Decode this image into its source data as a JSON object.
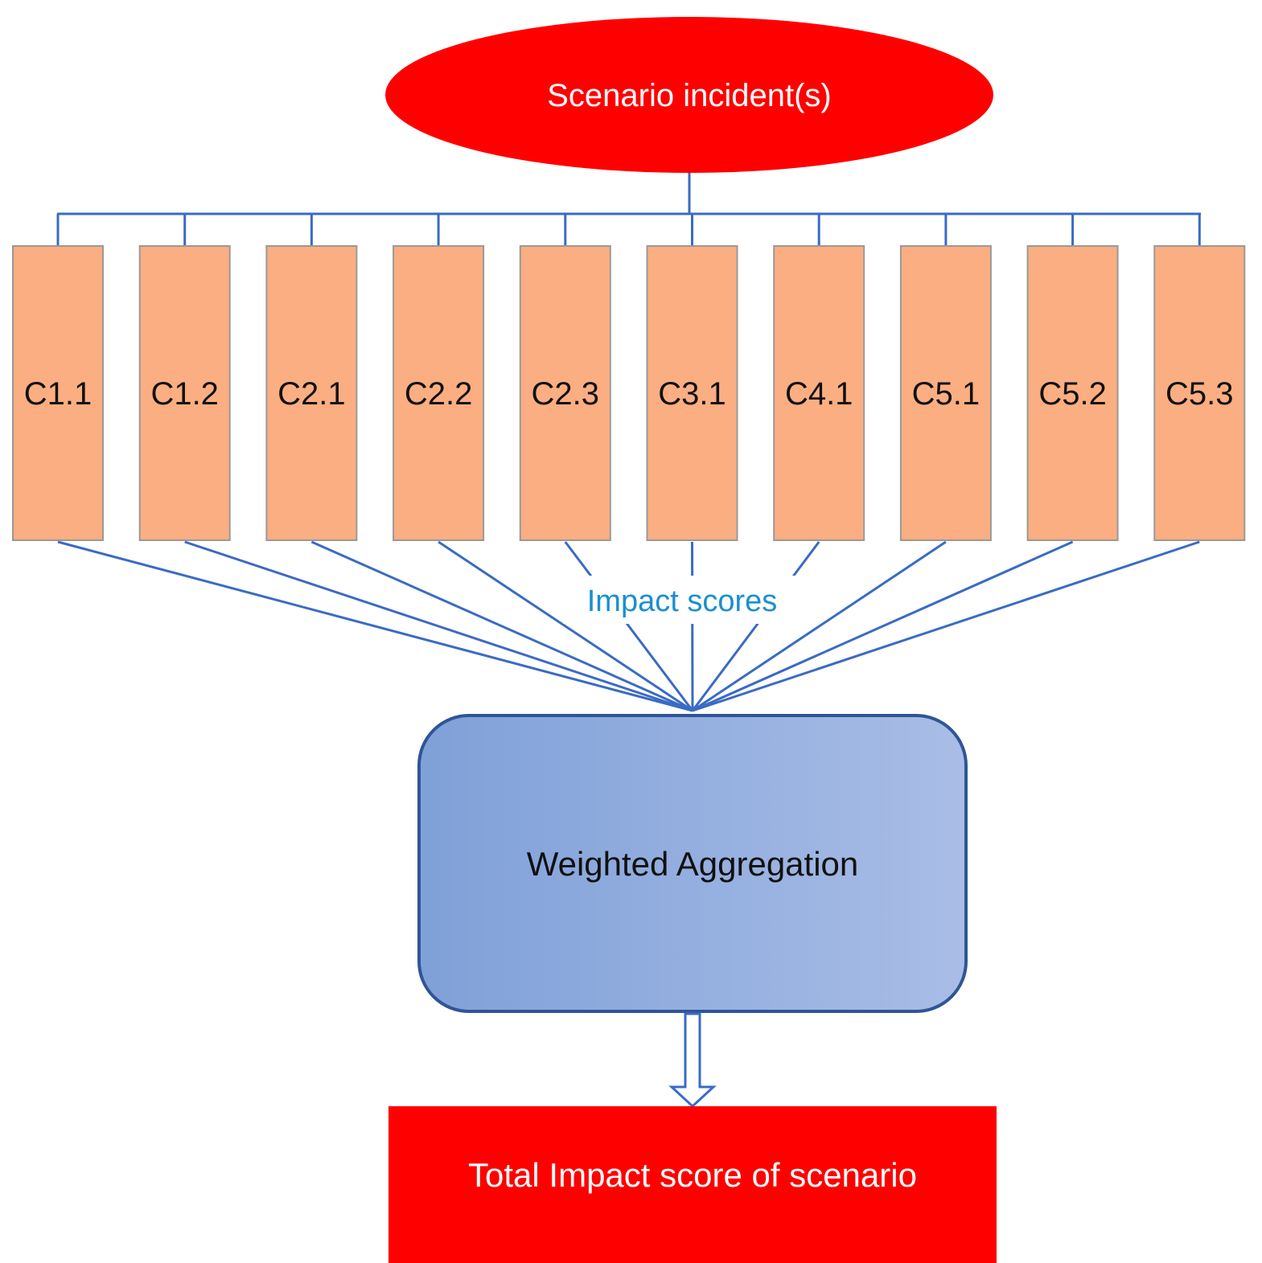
{
  "diagram": {
    "incident": {
      "label": "Scenario incident(s)"
    },
    "criteria": [
      {
        "id": "c1-1",
        "label": "C1.1"
      },
      {
        "id": "c1-2",
        "label": "C1.2"
      },
      {
        "id": "c2-1",
        "label": "C2.1"
      },
      {
        "id": "c2-2",
        "label": "C2.2"
      },
      {
        "id": "c2-3",
        "label": "C2.3"
      },
      {
        "id": "c3-1",
        "label": "C3.1"
      },
      {
        "id": "c4-1",
        "label": "C4.1"
      },
      {
        "id": "c5-1",
        "label": "C5.1"
      },
      {
        "id": "c5-2",
        "label": "C5.2"
      },
      {
        "id": "c5-3",
        "label": "C5.3"
      }
    ],
    "edge_label": "Impact scores",
    "aggregation": {
      "label": "Weighted Aggregation"
    },
    "result": {
      "label": "Total Impact score of scenario"
    }
  },
  "colors": {
    "incident_fill": "#ff0000",
    "criteria_fill": "#fbae82",
    "criteria_stroke": "#999999",
    "connector": "#3a6bc4",
    "edge_label": "#1a8fd0",
    "aggregation_fill_start": "#7fa0d8",
    "aggregation_fill_end": "#a9bde6",
    "aggregation_stroke": "#2f5597",
    "result_fill": "#ff0000",
    "light_text": "#ffffff",
    "dark_text": "#111111"
  }
}
